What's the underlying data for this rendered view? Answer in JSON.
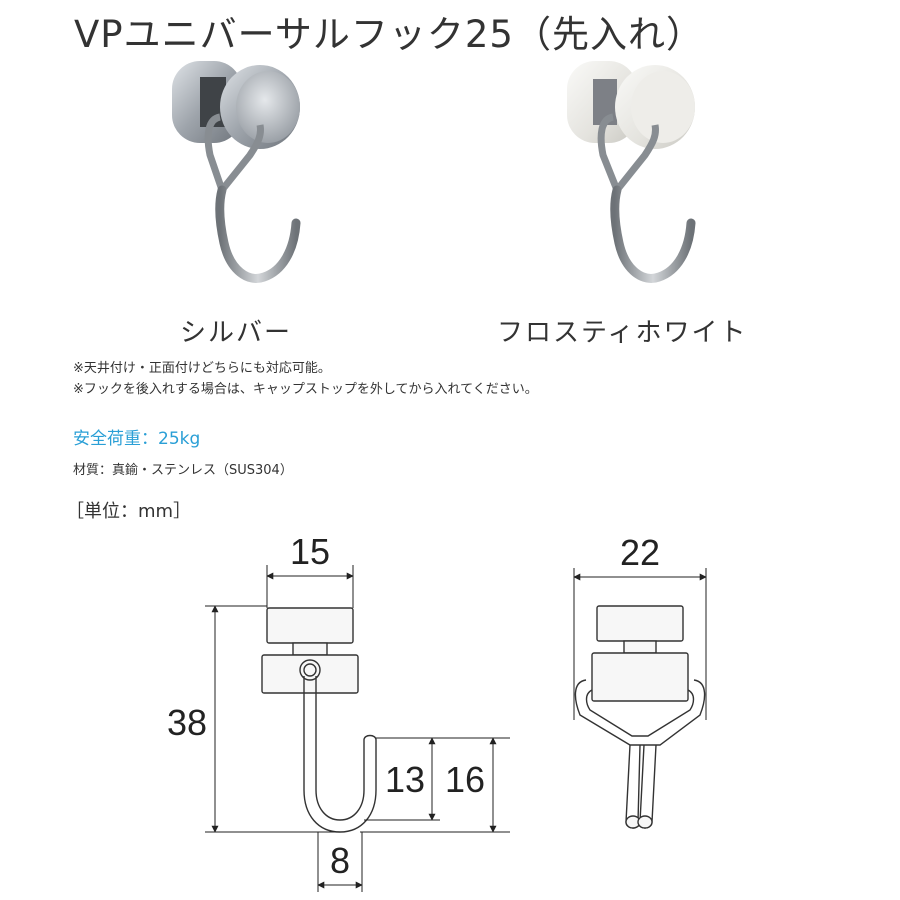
{
  "title": "VPユニバーサルフック25（先入れ）",
  "products": [
    {
      "label": "シルバー",
      "color": "#a7adb4"
    },
    {
      "label": "フロスティホワイト",
      "color": "#e8e7e2"
    }
  ],
  "notes": [
    "※天井付け・正面付けどちらにも対応可能。",
    "※フックを後入れする場合は、キャップストップを外してから入れてください。"
  ],
  "safe_load": "安全荷重：25kg",
  "material": "材質：真鍮・ステンレス（SUS304）",
  "unit": "［単位：mm］",
  "dimensions": {
    "cap_width": "15",
    "total_height": "38",
    "hook_inner": "13",
    "hook_outer": "16",
    "hook_width": "8",
    "side_width": "22"
  },
  "accent_color": "#2a9fd6"
}
